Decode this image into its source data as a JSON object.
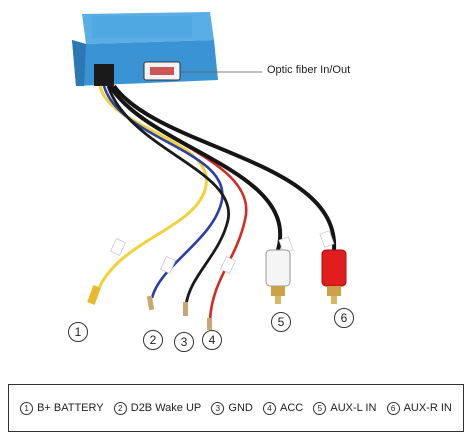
{
  "callout": {
    "label": "Optic fiber In/Out"
  },
  "wires": [
    {
      "num": "1",
      "label": "B+ BATTERY",
      "color": "#f2d23a"
    },
    {
      "num": "2",
      "label": "D2B Wake UP",
      "color": "#2a3fa8"
    },
    {
      "num": "3",
      "label": "GND",
      "color": "#1a1a1a"
    },
    {
      "num": "4",
      "label": "ACC",
      "color": "#d42a20"
    },
    {
      "num": "5",
      "label": "AUX-L IN",
      "color": "#ffffff"
    },
    {
      "num": "6",
      "label": "AUX-R IN",
      "color": "#e01e1e"
    }
  ],
  "colors": {
    "box": "#3a94d4",
    "boxDark": "#2c78b3",
    "cable": "#151515"
  }
}
